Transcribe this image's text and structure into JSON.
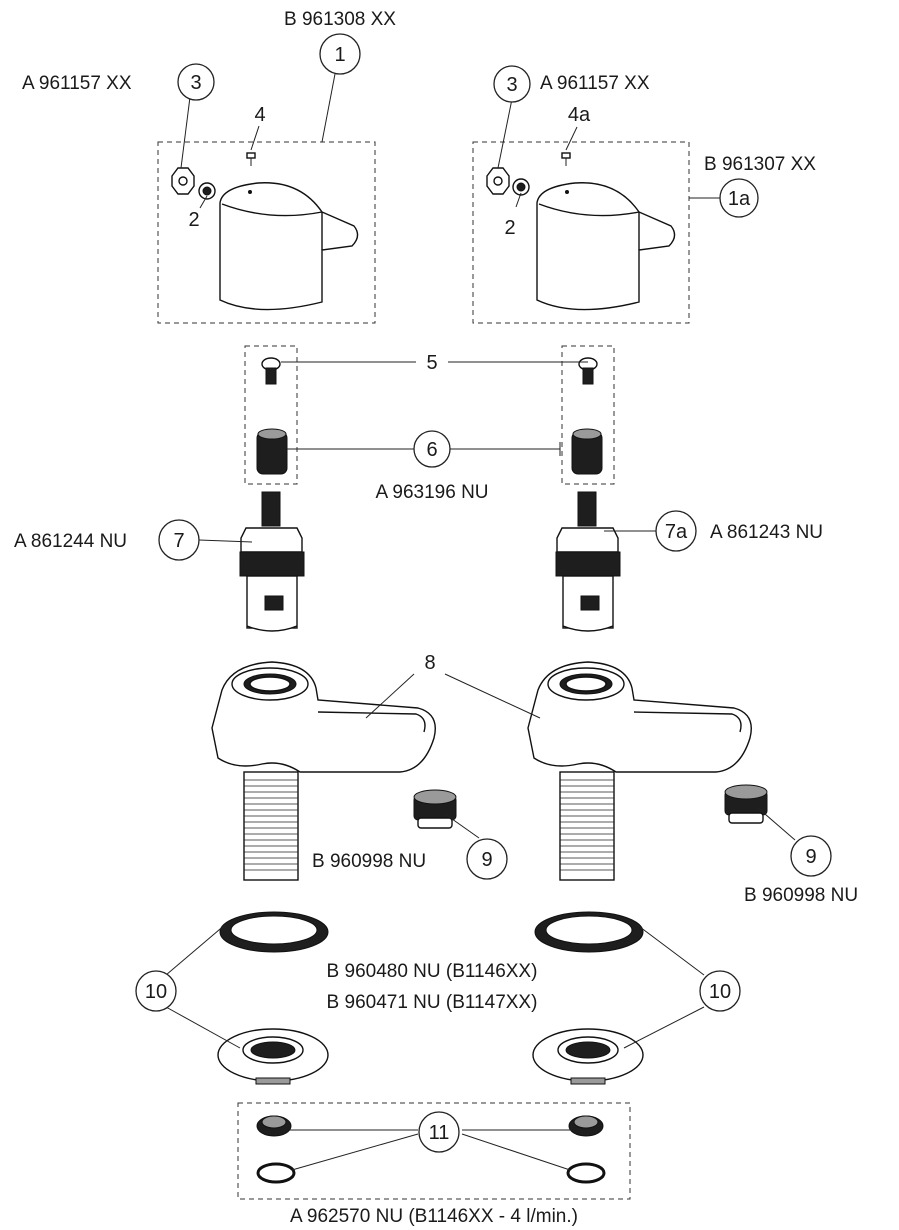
{
  "codes": {
    "handle_left": "B 961308 XX",
    "cap_left": "A 961157 XX",
    "cap_right": "A 961157 XX",
    "handle_right": "B 961307 XX",
    "cap_set": "A 963196 NU",
    "cartridge_left": "A 861244 NU",
    "cartridge_right": "A 861243 NU",
    "aerator_left": "B 960998 NU",
    "aerator_right": "B 960998 NU",
    "washer_1": "B 960480 NU (B1146XX)",
    "washer_2": "B 960471 NU (B1147XX)",
    "flow_restrictor": "A 962570 NU (B1146XX - 4 l/min.)"
  },
  "numbers": {
    "n1": "1",
    "n1a": "1a",
    "n2_left": "2",
    "n2_right": "2",
    "n3_left": "3",
    "n3_right": "3",
    "n4": "4",
    "n4a": "4a",
    "n5": "5",
    "n6": "6",
    "n7": "7",
    "n7a": "7a",
    "n8": "8",
    "n9_left": "9",
    "n9_right": "9",
    "n10_left": "10",
    "n10_right": "10",
    "n11": "11"
  }
}
